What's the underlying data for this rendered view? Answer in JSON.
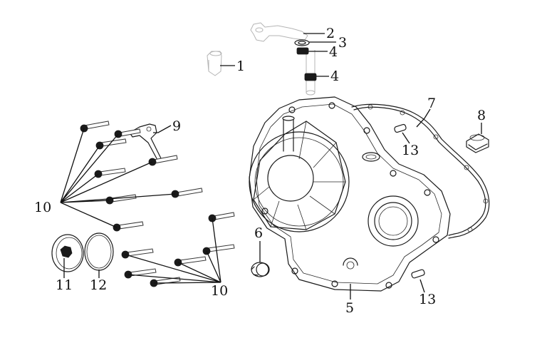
{
  "diagram": {
    "callouts": [
      {
        "id": "c1",
        "label": "1"
      },
      {
        "id": "c2",
        "label": "2"
      },
      {
        "id": "c3",
        "label": "3"
      },
      {
        "id": "c4a",
        "label": "4"
      },
      {
        "id": "c4b",
        "label": "4"
      },
      {
        "id": "c5",
        "label": "5"
      },
      {
        "id": "c6",
        "label": "6"
      },
      {
        "id": "c7",
        "label": "7"
      },
      {
        "id": "c8",
        "label": "8"
      },
      {
        "id": "c9",
        "label": "9"
      },
      {
        "id": "c10a",
        "label": "10"
      },
      {
        "id": "c10b",
        "label": "10"
      },
      {
        "id": "c11",
        "label": "11"
      },
      {
        "id": "c12",
        "label": "12"
      },
      {
        "id": "c13a",
        "label": "13"
      },
      {
        "id": "c13b",
        "label": "13"
      }
    ]
  }
}
